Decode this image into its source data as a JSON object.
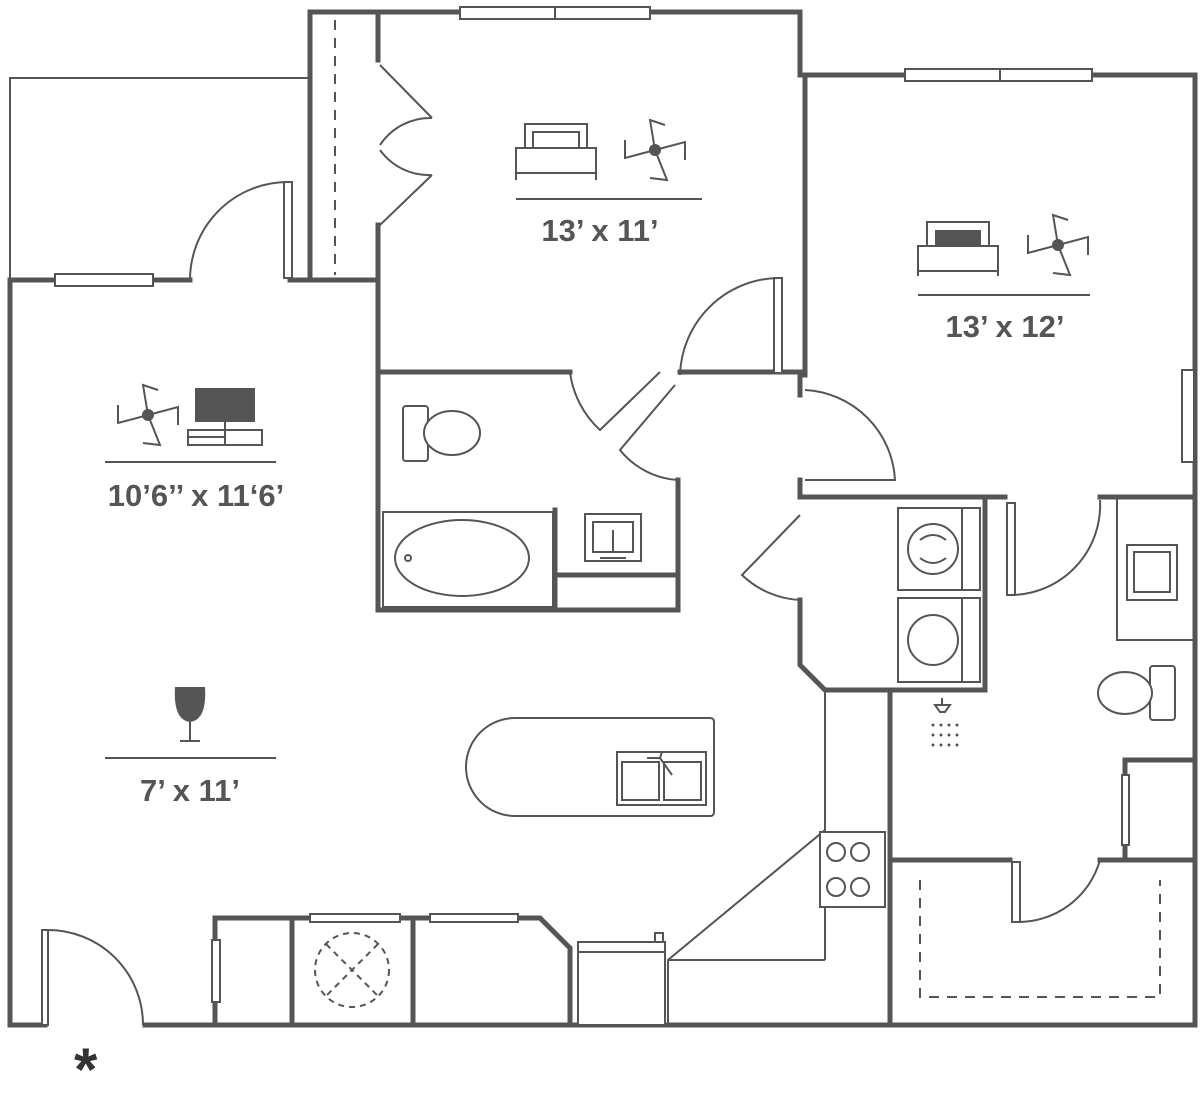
{
  "rooms": {
    "bedroom_1": {
      "dimensions": "13’ x 11’"
    },
    "bedroom_2": {
      "dimensions": "13’ x 12’"
    },
    "living_room": {
      "dimensions": "10’6’’ x 11‘6’"
    },
    "dining": {
      "dimensions": "7’ x 11’"
    }
  },
  "entry_marker": "*",
  "colors": {
    "wall": "#555555",
    "background": "#ffffff"
  }
}
